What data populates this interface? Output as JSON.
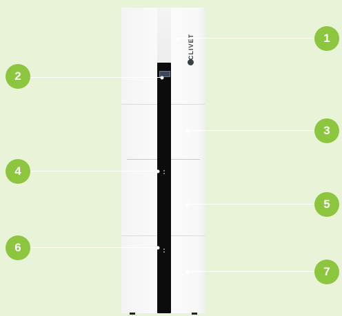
{
  "brand": {
    "logo_text": "CLIVET"
  },
  "colors": {
    "background": "#e9f3d8",
    "badge": "#8cc63f",
    "badge_text": "#ffffff",
    "leader": "#ffffff"
  },
  "callouts": [
    {
      "number": "1",
      "side": "right"
    },
    {
      "number": "2",
      "side": "left"
    },
    {
      "number": "3",
      "side": "right"
    },
    {
      "number": "4",
      "side": "left"
    },
    {
      "number": "5",
      "side": "right"
    },
    {
      "number": "6",
      "side": "left"
    },
    {
      "number": "7",
      "side": "right"
    }
  ]
}
